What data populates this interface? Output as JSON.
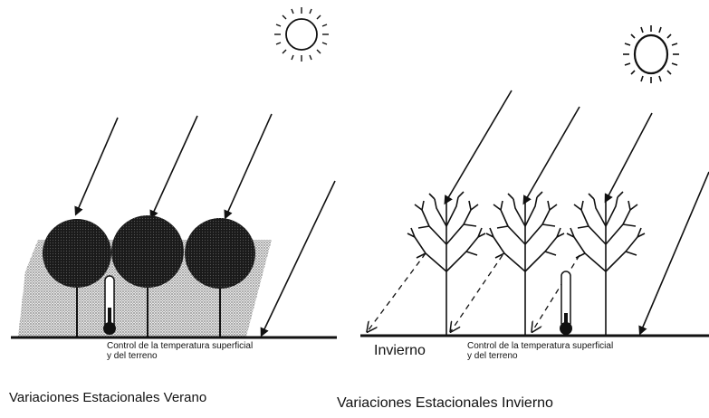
{
  "summer": {
    "caption_line1": "Control de la temperatura superficial",
    "caption_line2": "y del terreno",
    "title": "Variaciones Estacionales Verano"
  },
  "winter": {
    "label": "Invierno",
    "caption_line1": "Control de la temperatura superficial",
    "caption_line2": "y del terreno",
    "title": "Variaciones Estacionales Invierno"
  }
}
